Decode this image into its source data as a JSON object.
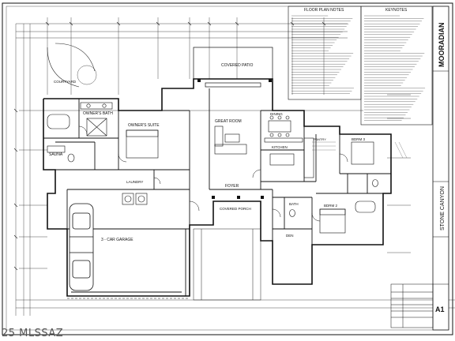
{
  "sheet": {
    "header_floor_plan_notes": "FLOOR PLAN NOTES",
    "header_keynotes": "KEYNOTES",
    "title_block_brand": "MOORADIAN",
    "title_block_project": "STONE CANYON",
    "title_block_sheet": "A1"
  },
  "rooms": {
    "owners_bath": "OWNER'S BATH",
    "owners_suite": "OWNER'S SUITE",
    "sauna": "SAUNA",
    "great_room": "GREAT ROOM",
    "covered_patio": "COVERED PATIO",
    "dining": "DINING",
    "kitchen": "KITCHEN",
    "pantry": "PANTRY",
    "laundry": "LAUNDRY",
    "foyer": "FOYER",
    "covered_porch": "COVERED PORCH",
    "garage": "3 - CAR GARAGE",
    "bedroom_2": "BDRM 2",
    "bath": "BATH",
    "den": "DEN",
    "bedroom_3": "BDRM 3",
    "courtyard": "COURTYARD"
  },
  "watermark": "25 MLSSAZ",
  "colors": {
    "ink": "#111111",
    "paper": "#ffffff",
    "light_ink": "#555555"
  }
}
